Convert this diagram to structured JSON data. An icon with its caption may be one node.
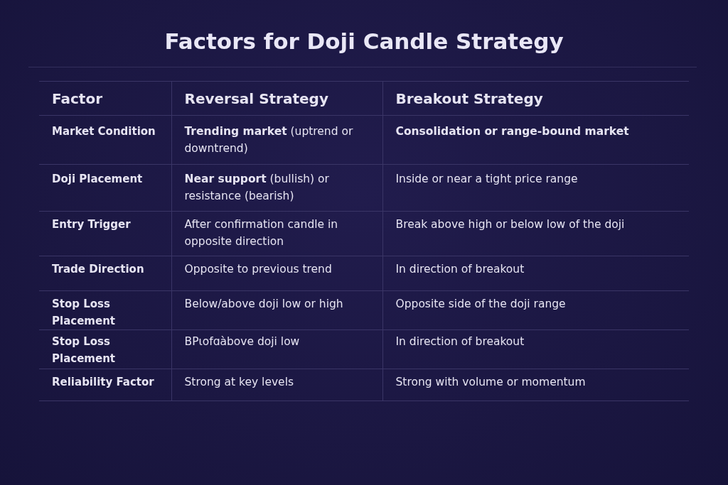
{
  "diagram": {
    "title": "Factors for Doji Candle Strategy",
    "labels": [
      "Factor",
      "Reversal Strategy",
      "Breakout Strategy",
      "Market Condition",
      "**Trending market** (uptrend or downtrend)",
      "**Consolidation or range-bound market**",
      "Doji Placement",
      "**Near support** (bullish) or resistance (bearish)",
      "Inside or near a tight price range",
      "Entry Trigger",
      "After confirmation candle in opposite direction",
      "Break above high or below low of the doji",
      "Trade Direction",
      "Opposite to previous trend",
      "In direction of breakout",
      "Stop Loss Placement",
      "Below/above doji low or high",
      "Opposite side of the doji range",
      "Stop Loss Placement",
      "BPɩofɑàbove doji low",
      "In direction of breakout",
      "Reliability Factor",
      "Strong at key levels",
      "Strong with volume or momentum"
    ]
  }
}
